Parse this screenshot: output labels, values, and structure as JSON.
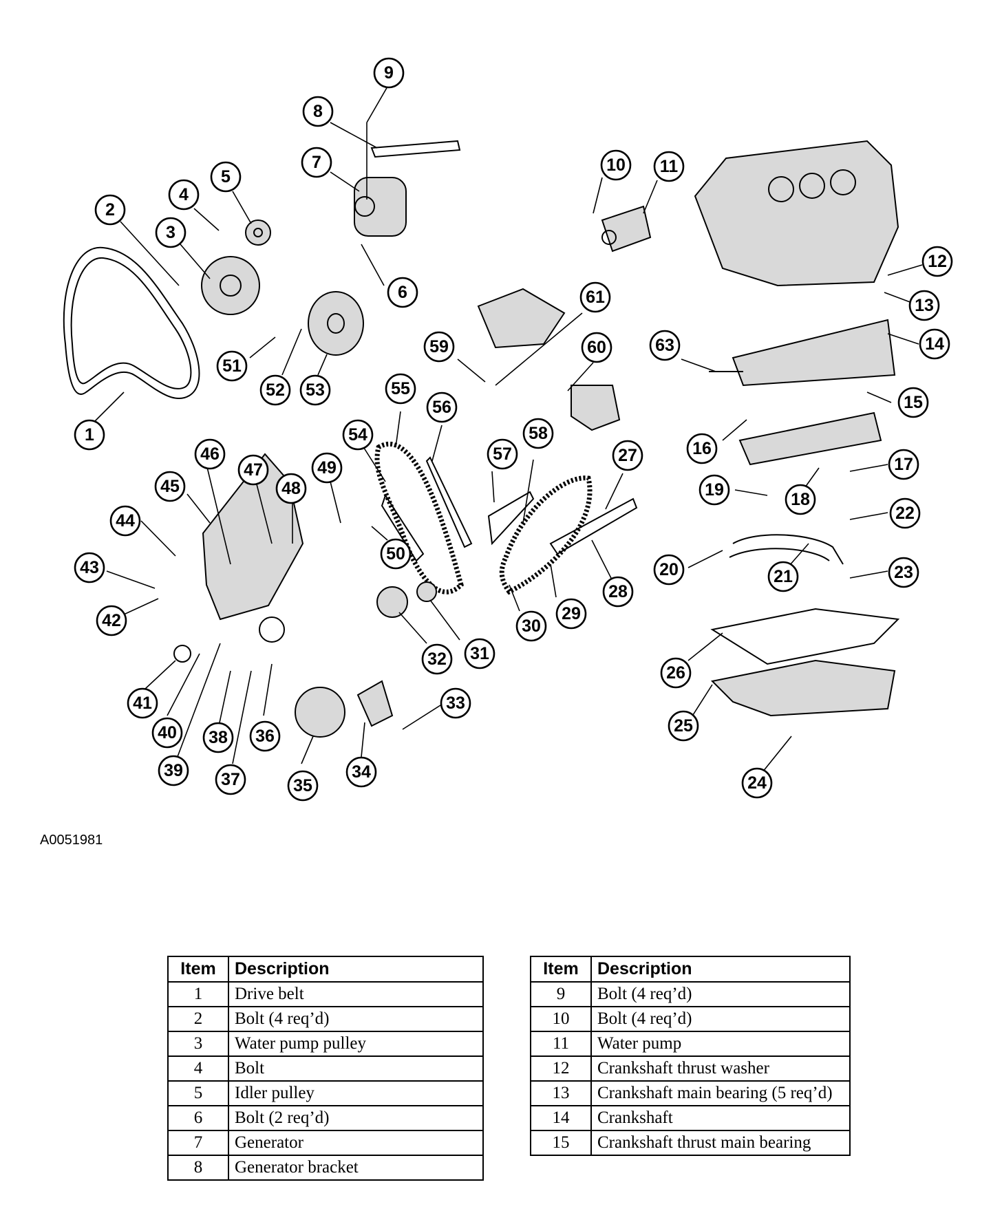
{
  "figure_code": "A0051981",
  "callouts": [
    {
      "n": "1"
    },
    {
      "n": "2"
    },
    {
      "n": "3"
    },
    {
      "n": "4"
    },
    {
      "n": "5"
    },
    {
      "n": "6"
    },
    {
      "n": "7"
    },
    {
      "n": "8"
    },
    {
      "n": "9"
    },
    {
      "n": "10"
    },
    {
      "n": "11"
    },
    {
      "n": "12"
    },
    {
      "n": "13"
    },
    {
      "n": "14"
    },
    {
      "n": "15"
    },
    {
      "n": "16"
    },
    {
      "n": "17"
    },
    {
      "n": "18"
    },
    {
      "n": "19"
    },
    {
      "n": "20"
    },
    {
      "n": "21"
    },
    {
      "n": "22"
    },
    {
      "n": "23"
    },
    {
      "n": "24"
    },
    {
      "n": "25"
    },
    {
      "n": "26"
    },
    {
      "n": "27"
    },
    {
      "n": "28"
    },
    {
      "n": "29"
    },
    {
      "n": "30"
    },
    {
      "n": "31"
    },
    {
      "n": "32"
    },
    {
      "n": "33"
    },
    {
      "n": "34"
    },
    {
      "n": "35"
    },
    {
      "n": "36"
    },
    {
      "n": "37"
    },
    {
      "n": "38"
    },
    {
      "n": "39"
    },
    {
      "n": "40"
    },
    {
      "n": "41"
    },
    {
      "n": "42"
    },
    {
      "n": "43"
    },
    {
      "n": "44"
    },
    {
      "n": "45"
    },
    {
      "n": "46"
    },
    {
      "n": "47"
    },
    {
      "n": "48"
    },
    {
      "n": "49"
    },
    {
      "n": "50"
    },
    {
      "n": "51"
    },
    {
      "n": "52"
    },
    {
      "n": "53"
    },
    {
      "n": "54"
    },
    {
      "n": "55"
    },
    {
      "n": "56"
    },
    {
      "n": "57"
    },
    {
      "n": "58"
    },
    {
      "n": "59"
    },
    {
      "n": "60"
    },
    {
      "n": "61"
    },
    {
      "n": "63"
    }
  ],
  "table_left": {
    "headers": [
      "Item",
      "Description"
    ],
    "rows": [
      [
        "1",
        "Drive belt"
      ],
      [
        "2",
        "Bolt (4 req’d)"
      ],
      [
        "3",
        "Water pump pulley"
      ],
      [
        "4",
        "Bolt"
      ],
      [
        "5",
        "Idler pulley"
      ],
      [
        "6",
        "Bolt (2 req’d)"
      ],
      [
        "7",
        "Generator"
      ],
      [
        "8",
        "Generator bracket"
      ]
    ]
  },
  "table_right": {
    "headers": [
      "Item",
      "Description"
    ],
    "rows": [
      [
        "9",
        "Bolt (4 req’d)"
      ],
      [
        "10",
        "Bolt (4 req’d)"
      ],
      [
        "11",
        "Water pump"
      ],
      [
        "12",
        "Crankshaft thrust washer"
      ],
      [
        "13",
        "Crankshaft main bearing (5 req’d)"
      ],
      [
        "14",
        "Crankshaft"
      ],
      [
        "15",
        "Crankshaft thrust main bearing"
      ]
    ]
  }
}
